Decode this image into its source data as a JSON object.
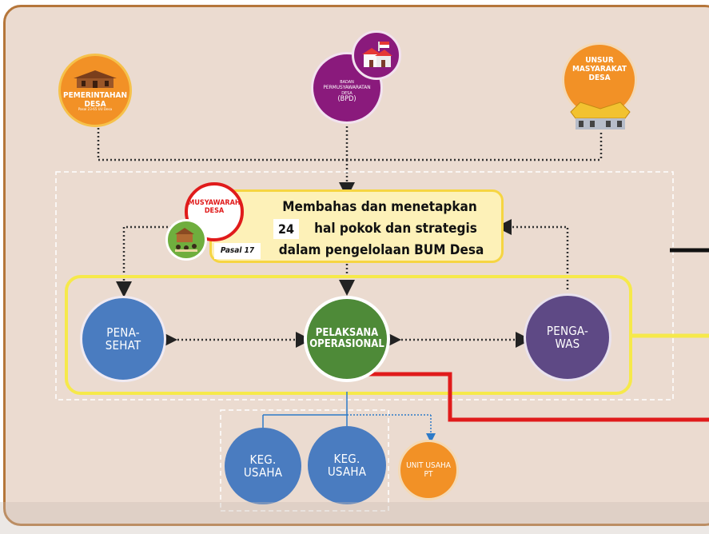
{
  "top": {
    "pemerintahan": {
      "line1": "PEMERINTAHAN",
      "line2": "DESA",
      "note": "Pasal 23-65 UU Desa"
    },
    "bpd": {
      "line1": "BADAN",
      "line2": "PERMUSYAWARATAN",
      "line3": "DESA",
      "line4": "(BPD)"
    },
    "unsur": {
      "line1": "UNSUR",
      "line2": "MASYARAKAT",
      "line3": "DESA"
    }
  },
  "musyawarah": {
    "badge_line1": "MUSYAWARAH",
    "badge_line2": "DESA",
    "pasal": "Pasal 17",
    "number": "24",
    "line1": "Membahas dan menetapkan",
    "line2": "hal pokok dan strategis",
    "line3": "dalam pengelolaan BUM Desa"
  },
  "organ": {
    "penasehat": {
      "line1": "PENA-",
      "line2": "SEHAT"
    },
    "pelaksana": {
      "line1": "PELAKSANA",
      "line2": "OPERASIONAL"
    },
    "pengawas": {
      "line1": "PENGA-",
      "line2": "WAS"
    }
  },
  "units": {
    "keg1": {
      "line1": "KEG.",
      "line2": "USAHA"
    },
    "keg2": {
      "line1": "KEG.",
      "line2": "USAHA"
    },
    "pt": {
      "line1": "UNIT USAHA",
      "line2": "PT"
    }
  },
  "colors": {
    "frame_border": "#b5763a",
    "background": "#ebdbd0",
    "yellow": "#f6e94a",
    "red": "#e01b1b",
    "penasehat": "#4a7cc0",
    "pelaksana": "#4e8a38",
    "pengawas": "#5e4985",
    "bpd": "#8a1a7c",
    "orange": "#f29126"
  }
}
